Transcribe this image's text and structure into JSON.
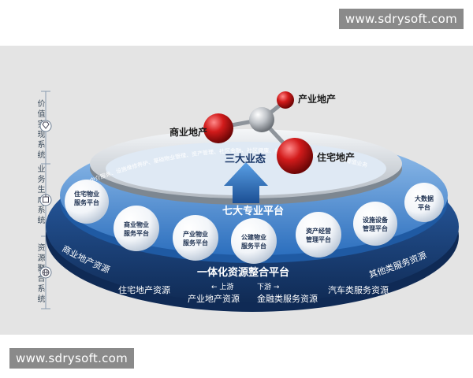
{
  "watermark": {
    "top": "www.sdrysoft.com",
    "bottom": "www.sdrysoft.com"
  },
  "sidebar": {
    "sections": [
      {
        "label": "价值实现系统",
        "icon": "diamond-icon"
      },
      {
        "label": "业务生成系统",
        "icon": "building-icon"
      },
      {
        "label": "资源聚合系统",
        "icon": "globe-icon"
      }
    ]
  },
  "top": {
    "title": "三大业态",
    "nodes": [
      "商业地产",
      "产业地产",
      "住宅地产"
    ],
    "ring_text": "中介服务、设施维修养护、基础物业管理、资产管理、社区金融、社区健康、社区餐饮、社区车管家、其他增值业务"
  },
  "middle": {
    "title": "七大专业平台",
    "platforms": [
      "住宅物业服务平台",
      "商业物业服务平台",
      "产业物业服务平台",
      "公建物业服务平台",
      "资产经营管理平台",
      "设施设备管理平台",
      "大数据平台"
    ]
  },
  "bottom": {
    "title": "一体化资源整合平台",
    "upstream": "← 上游",
    "downstream": "下游 →",
    "resources": [
      "商业地产资源",
      "住宅地产资源",
      "产业地产资源",
      "金融类服务资源",
      "汽车类服务资源",
      "其他类服务资源"
    ]
  },
  "colors": {
    "bubble_red": "#c01818",
    "ring_blue": "#1e5fa8",
    "base_blue": "#1b3e73",
    "silver": "#a8adb3"
  }
}
